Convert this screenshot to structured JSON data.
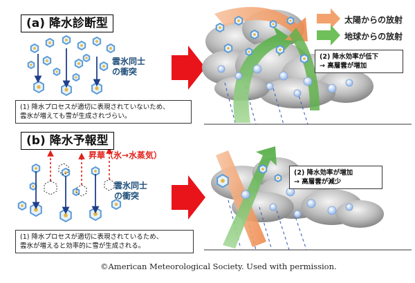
{
  "panel_a": {
    "title": "(a) 降水診断型",
    "collision_label": [
      "雲氷同士",
      "の衝突"
    ],
    "note": [
      "(1) 降水プロセスが適切に表現されていないため、",
      "雲氷が増えても雪が生成されづらい。"
    ],
    "result": [
      "(2) 降水効率が低下",
      "→ 高層雲が増加"
    ]
  },
  "panel_b": {
    "title": "(b) 降水予報型",
    "sublimation_label": "昇華（氷→水蒸気）",
    "collision_label": [
      "雲氷同士",
      "の衝突"
    ],
    "note": [
      "(1) 降水プロセスが適切に表現されているため、",
      "雲氷が増えると効率的に雪が生成される。"
    ],
    "result": [
      "(2) 降水効率が増加",
      "→ 高層雲が減少"
    ]
  },
  "legend": {
    "solar": "太陽からの放射",
    "earth": "地球からの放射"
  },
  "credit": "©American Meteorological Society. Used with permission.",
  "colors": {
    "solar_arrow": "#f3a26d",
    "earth_arrow": "#6fbf5a",
    "big_arrow": "#e8141a",
    "crystal": "#5b9bd5",
    "ice_arrow": "#1f3f8a"
  }
}
